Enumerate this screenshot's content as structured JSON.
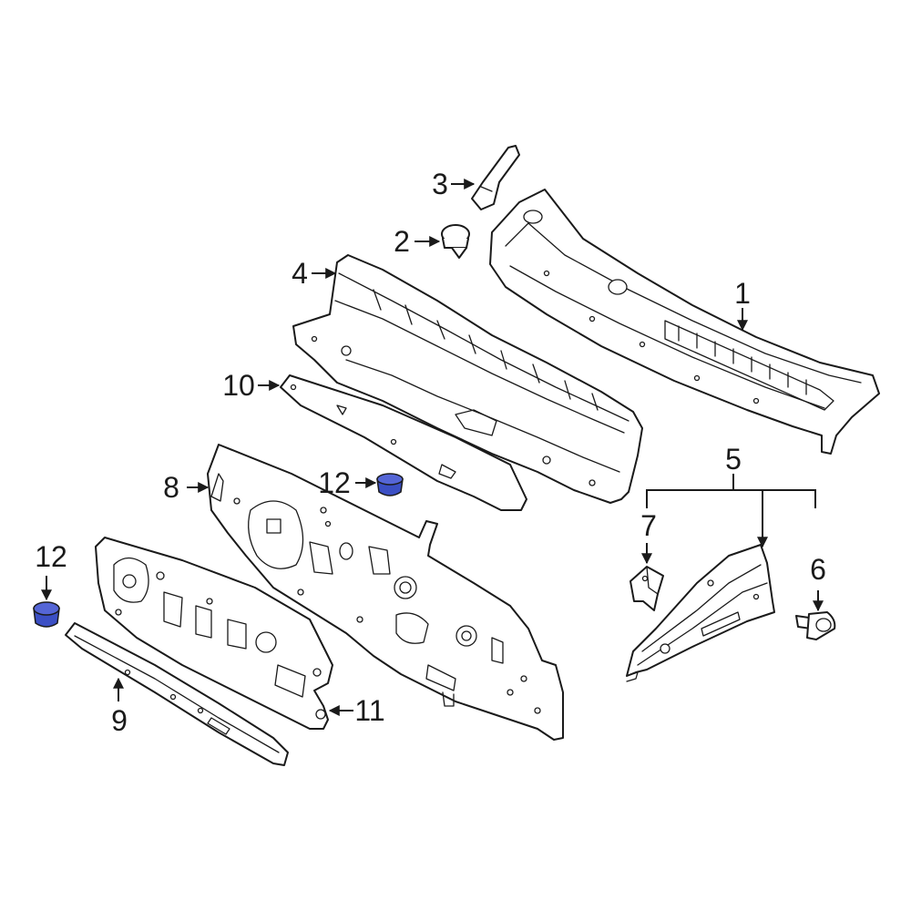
{
  "diagram": {
    "callouts": {
      "c1": "1",
      "c2": "2",
      "c3": "3",
      "c4": "4",
      "c5": "5",
      "c6": "6",
      "c7": "7",
      "c8": "8",
      "c9": "9",
      "c10": "10",
      "c11": "11",
      "c12_top": "12",
      "c12_left": "12"
    },
    "colors": {
      "highlight_part": "#3b4fc4",
      "line": "#1a1a1a"
    }
  }
}
